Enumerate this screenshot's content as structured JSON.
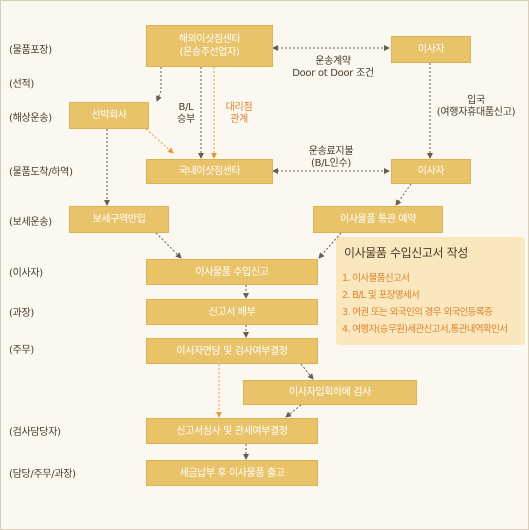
{
  "colors": {
    "box_fill": "#e8c36a",
    "box_text": "#ffffff",
    "arrow_dark": "#6b5b4b",
    "arrow_orange": "#e89a3a",
    "panel_bg": "#fbe7bd",
    "accent_text": "#d9822b"
  },
  "stages": [
    "(물품포장)",
    "(선적)",
    "(해상운송)",
    "(물품도착/하역)",
    "(보세운송)",
    "(이사자)",
    "(과장)",
    "(주무)",
    "(검사담당자)",
    "(담당/주무/과장)"
  ],
  "boxes": {
    "overseas_center_line1": "해외이삿짐센타",
    "overseas_center_line2": "(운송주선업자)",
    "mover_top": "이사자",
    "shipping_company": "선박회사",
    "domestic_center": "국내이삿짐센타",
    "mover_mid": "이사자",
    "bonded_warehouse": "보세구역반입",
    "customs_reservation": "이사물품 통관 예약",
    "import_declaration": "이사물품 수입신고",
    "declaration_distribution": "신고서 배부",
    "interview_decision": "이사자면담 및 검사여부결정",
    "inspection_with_mover": "이사자입회하에 검사",
    "review_tax": "신고서심사 및 관세여부결정",
    "release": "세금납부 후 이사물품 출고"
  },
  "notes": {
    "contract_line1": "운송계약",
    "contract_line2": "Door ot Door 조건",
    "bl_line1": "B/L",
    "bl_line2": "승부",
    "agent_line1": "대리점",
    "agent_line2": "관계",
    "entry_line1": "입국",
    "entry_line2": "(여행자휴대품신고)",
    "freight_line1": "운송료지불",
    "freight_line2": "(B/L인수)"
  },
  "panel": {
    "title": "이사물품 수입신고서 작성",
    "items": [
      "1. 이사물품신고서",
      "2. B/L 및 포장명세서",
      "3. 여권 또는 외국인의 경우 외국인등록증",
      "4. 여행자(승무원)세관신고서,통관내역확인서"
    ]
  }
}
